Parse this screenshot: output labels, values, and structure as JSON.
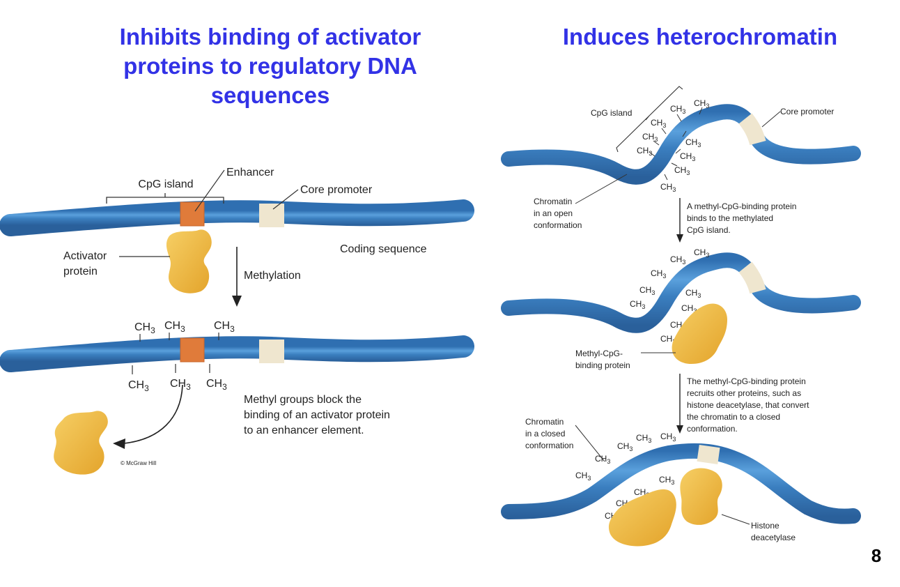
{
  "colors": {
    "title": "#3232e6",
    "dna": "#3b7fc0",
    "enhancer": "#e07b3a",
    "promoter": "#efe6cf",
    "protein": "#eeb63f"
  },
  "left": {
    "title": "Inhibits binding of activator proteins to regulatory DNA sequences",
    "labels": {
      "cpg_island": "CpG island",
      "enhancer": "Enhancer",
      "core_promoter": "Core promoter",
      "coding_sequence": "Coding sequence",
      "activator_line1": "Activator",
      "activator_line2": "protein",
      "methylation": "Methylation",
      "caption_line1": "Methyl groups block the",
      "caption_line2": "binding of an activator protein",
      "caption_line3": "to an enhancer element.",
      "copyright": "© McGraw Hill"
    },
    "methyl": "CH3"
  },
  "right": {
    "title": "Induces heterochromatin",
    "labels": {
      "cpg_island": "CpG island",
      "core_promoter": "Core promoter",
      "open_line1": "Chromatin",
      "open_line2": "in an open",
      "open_line3": "conformation",
      "step1_line1": "A methyl-CpG-binding protein",
      "step1_line2": "binds to the methylated",
      "step1_line3": "CpG island.",
      "mbp_line1": "Methyl-CpG-",
      "mbp_line2": "binding protein",
      "step2_line1": "The methyl-CpG-binding protein",
      "step2_line2": "recruits other proteins, such as",
      "step2_line3": "histone deacetylase, that convert",
      "step2_line4": "the chromatin to a closed",
      "step2_line5": "conformation.",
      "closed_line1": "Chromatin",
      "closed_line2": "in a closed",
      "closed_line3": "conformation",
      "hdac_line1": "Histone",
      "hdac_line2": "deacetylase"
    },
    "methyl": "CH3"
  },
  "page_number": "8"
}
